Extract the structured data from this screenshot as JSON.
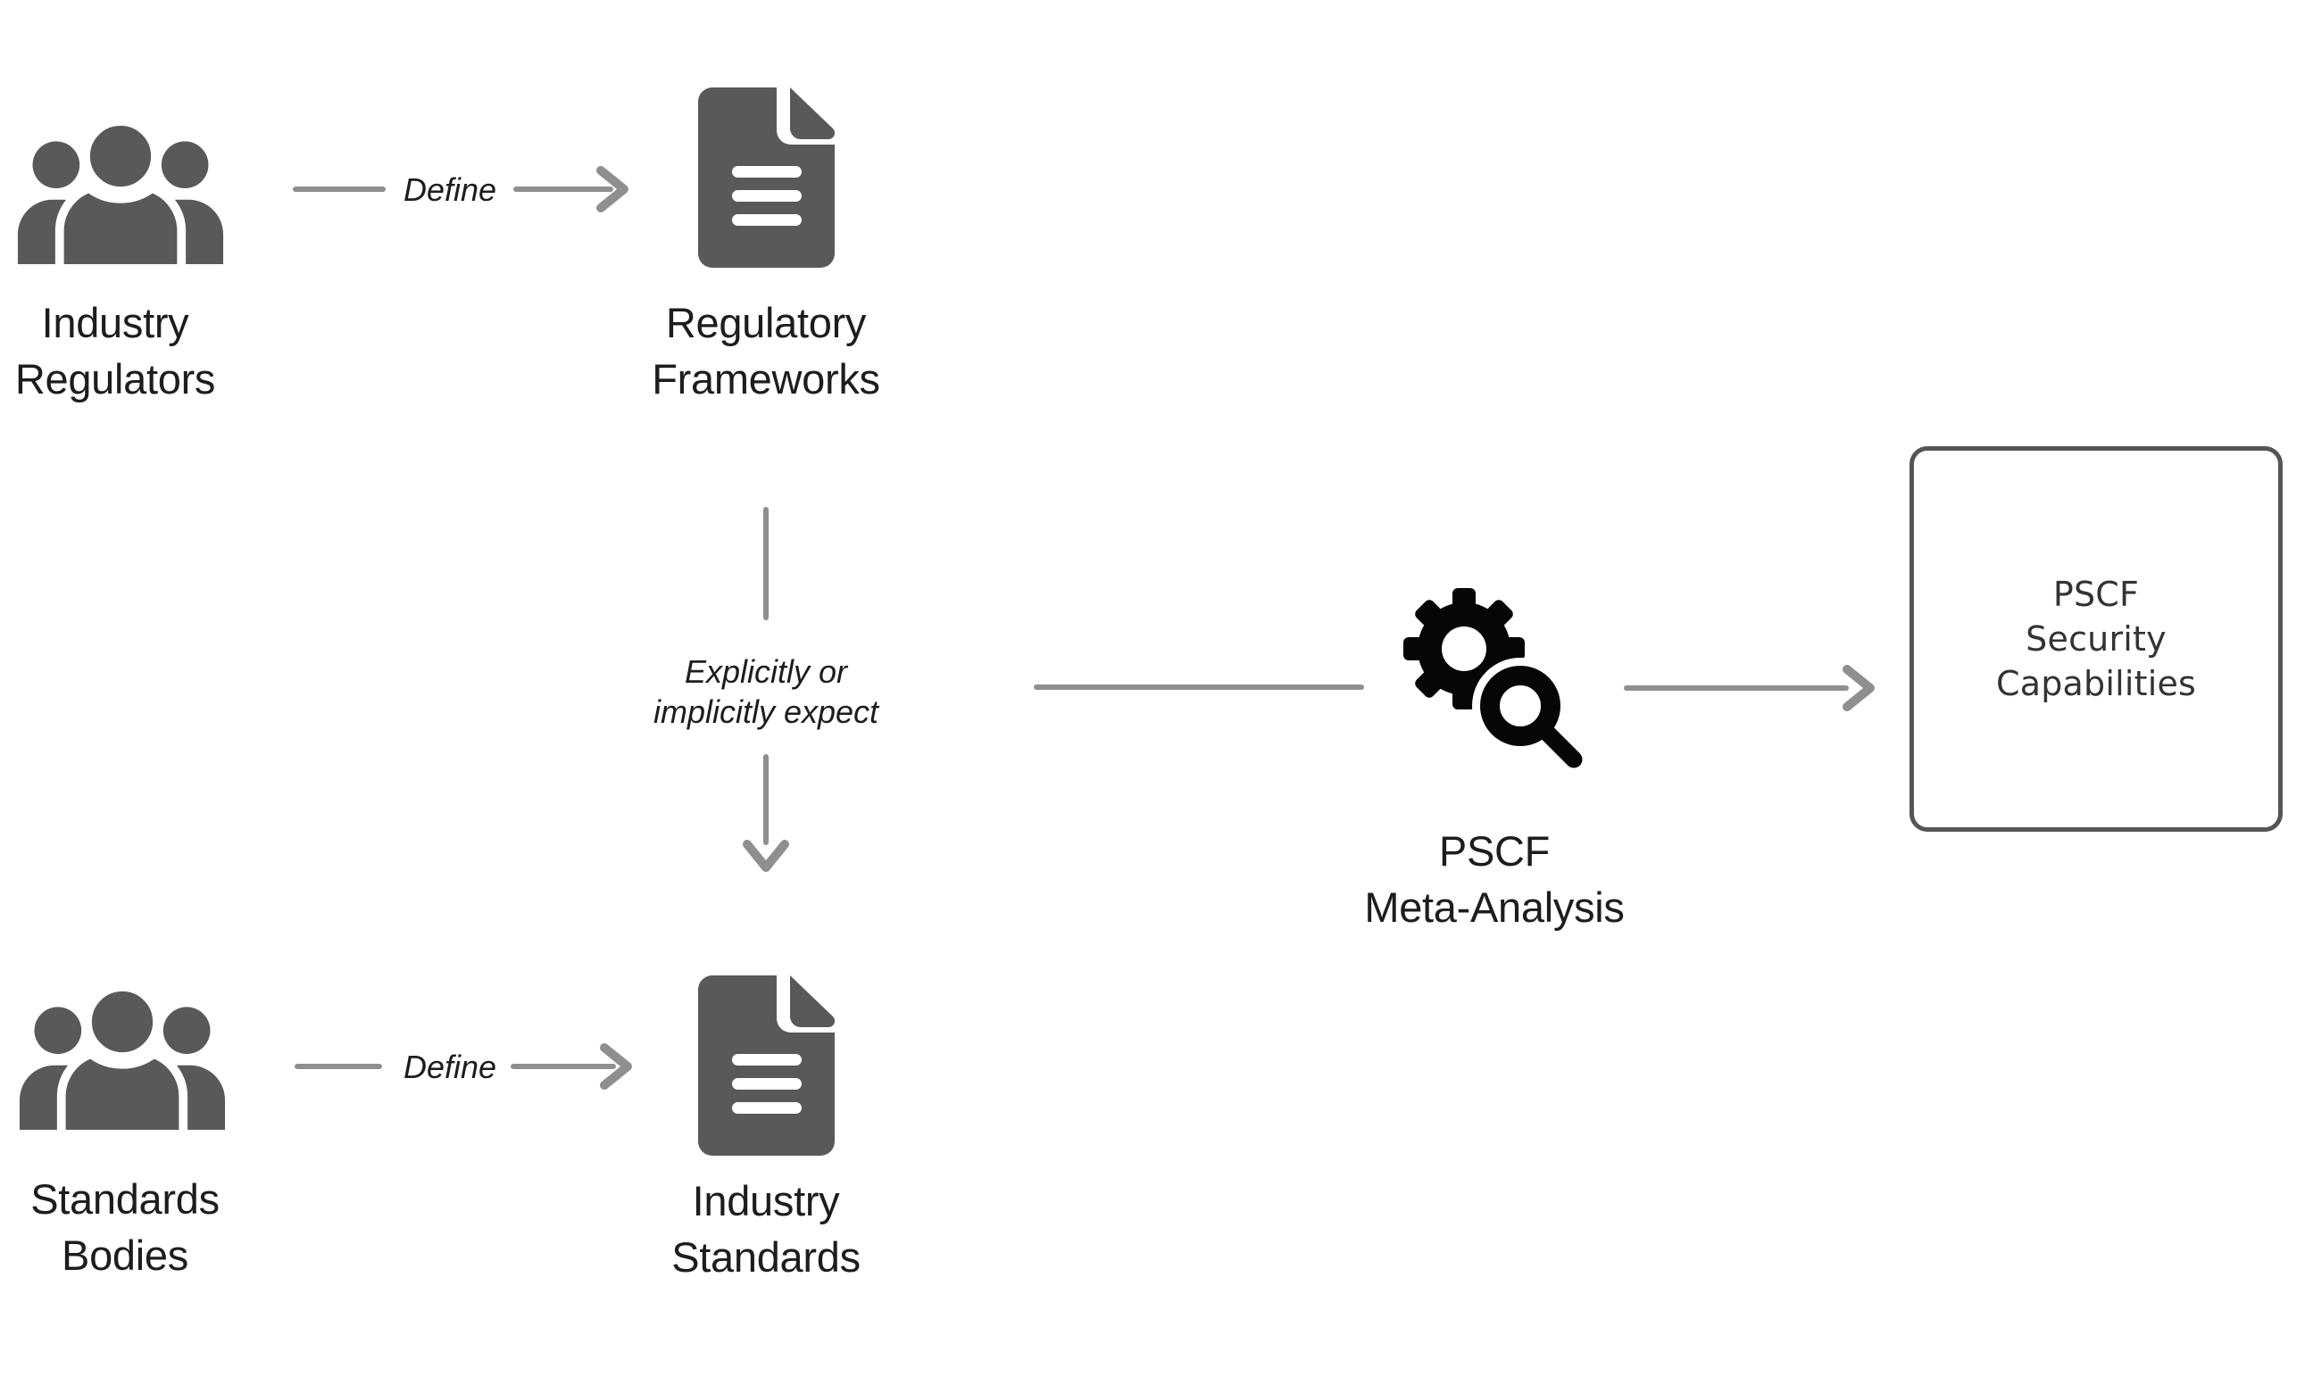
{
  "colors": {
    "background": "#ffffff",
    "icon_gray": "#595959",
    "arrow_gray": "#8f8f8f",
    "icon_black": "#060606",
    "label_dark": "#1d1d1d",
    "box_border": "#555555",
    "box_text": "#333333"
  },
  "nodes": {
    "industry_regulators": {
      "lines": [
        "Industry",
        "Regulators"
      ]
    },
    "regulatory_frameworks": {
      "lines": [
        "Regulatory",
        "Frameworks"
      ]
    },
    "standards_bodies": {
      "lines": [
        "Standards",
        "Bodies"
      ]
    },
    "industry_standards": {
      "lines": [
        "Industry",
        "Standards"
      ]
    },
    "pscf_meta_analysis": {
      "lines": [
        "PSCF",
        "Meta-Analysis"
      ]
    },
    "pscf_security_capabilities": {
      "lines": [
        "PSCF",
        "Security",
        "Capabilities"
      ]
    }
  },
  "edges": {
    "define_top": {
      "label": "Define"
    },
    "define_bottom": {
      "label": "Define"
    },
    "expect": {
      "lines": [
        "Explicitly or",
        "implicitly expect"
      ]
    }
  }
}
